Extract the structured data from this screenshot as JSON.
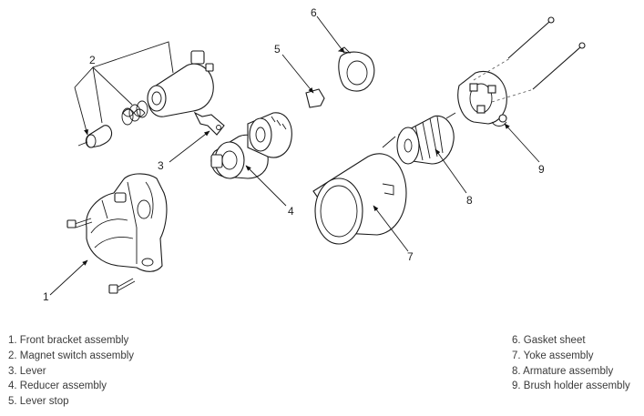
{
  "callouts": [
    "1",
    "2",
    "3",
    "4",
    "5",
    "6",
    "7",
    "8",
    "9"
  ],
  "legend_left": [
    "1. Front bracket assembly",
    "2. Magnet switch assembly",
    "3. Lever",
    "4. Reducer assembly",
    "5. Lever stop"
  ],
  "legend_right": [
    "6. Gasket sheet",
    "7. Yoke assembly",
    "8. Armature assembly",
    "9. Brush holder assembly"
  ]
}
